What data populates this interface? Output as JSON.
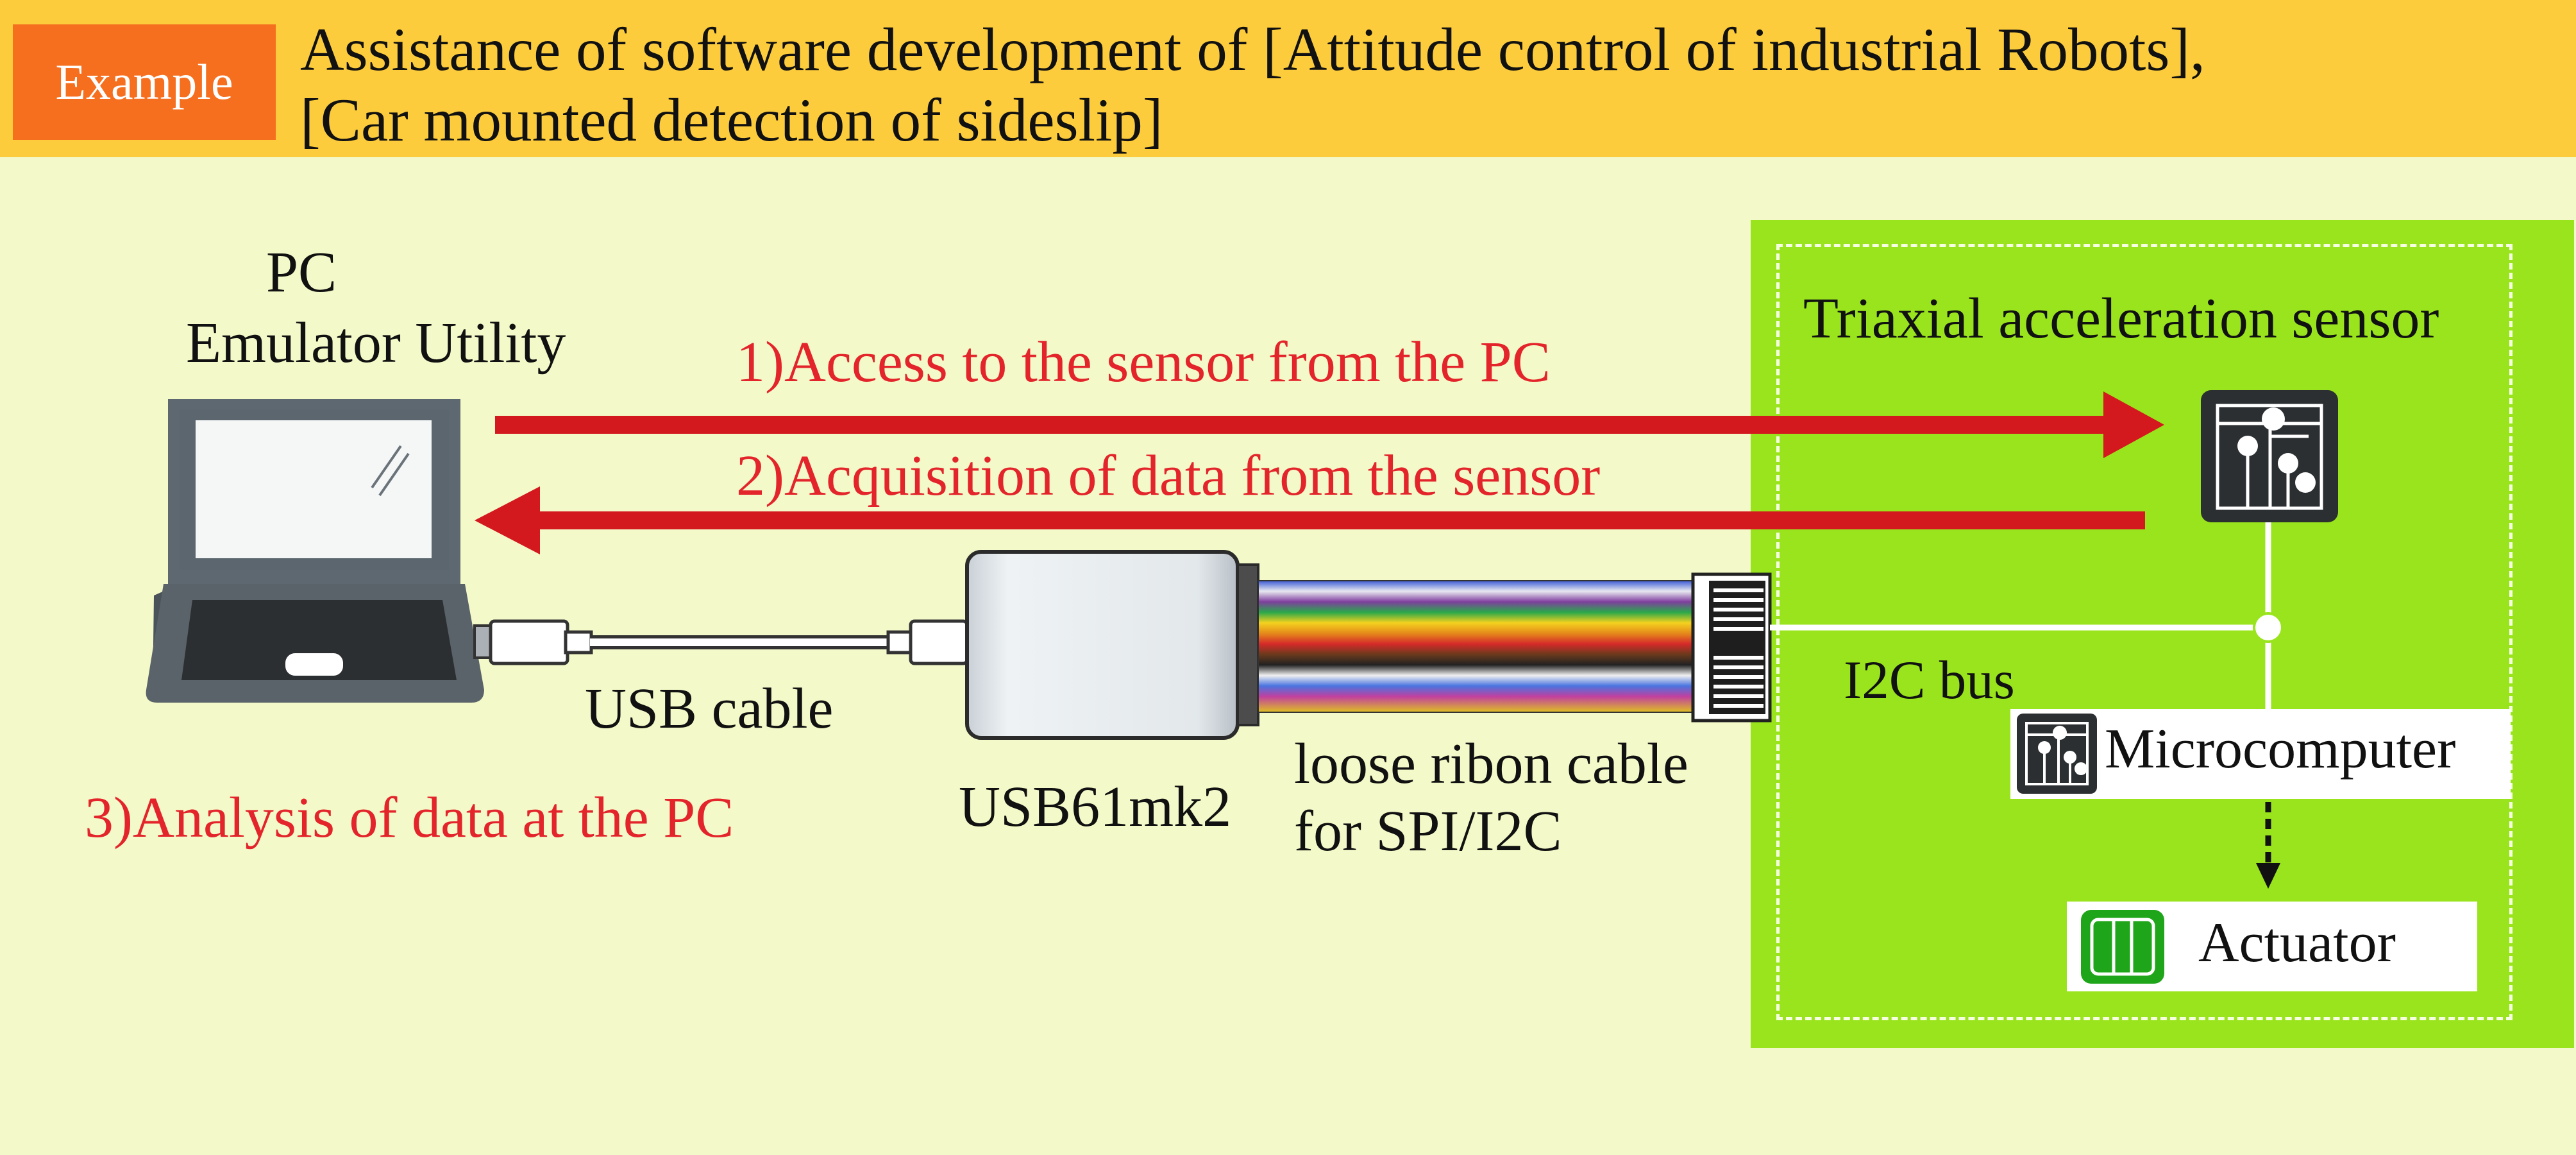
{
  "header": {
    "badge": "Example",
    "title_line1": "Assistance of software development of [Attitude control of industrial Robots],",
    "title_line2": "[Car mounted detection of sideslip]"
  },
  "pc": {
    "label_line1": "PC",
    "label_line2": "Emulator Utility"
  },
  "steps": {
    "step1": "1)Access to the sensor from the PC",
    "step2": "2)Acquisition of data from the sensor",
    "step3": "3)Analysis of data at the PC"
  },
  "labels": {
    "usb_cable": "USB cable",
    "device": "USB61mk2",
    "ribbon_line1": "loose ribon cable",
    "ribbon_line2": "for SPI/I2C",
    "i2c_bus": "I2C bus"
  },
  "target": {
    "sensor": "Triaxial acceleration sensor",
    "microcomputer": "Microcomputer",
    "actuator": "Actuator"
  },
  "colors": {
    "header_bg": "#fccc3c",
    "badge_bg": "#f56f1f",
    "page_bg": "#f3f9c8",
    "board_bg": "#99e41c",
    "arrow_red": "#d3181e",
    "step_text_red": "#e3242b"
  }
}
